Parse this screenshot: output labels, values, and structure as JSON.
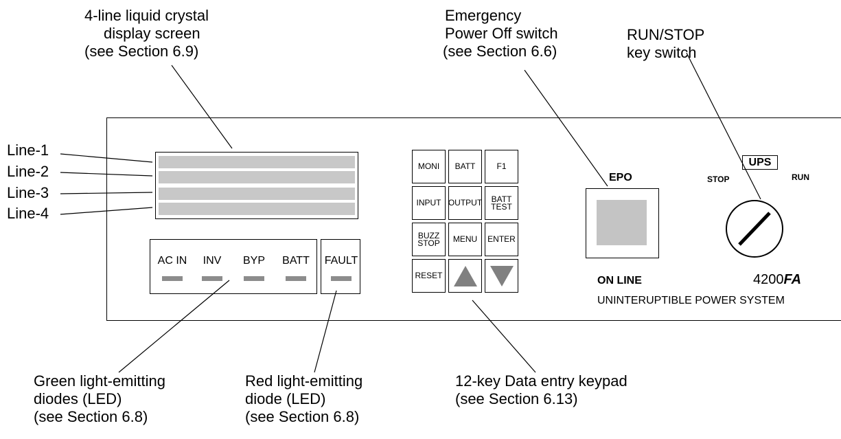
{
  "callouts": {
    "lcd": [
      "4-line liquid crystal",
      "display screen",
      "(see Section 6.9)"
    ],
    "epo": [
      "Emergency",
      "Power Off switch",
      "(see Section 6.6)"
    ],
    "keyswitch": [
      "RUN/STOP",
      "key switch"
    ],
    "green_led": [
      "Green light-emitting",
      "diodes (LED)",
      "(see Section 6.8)"
    ],
    "red_led": [
      "Red light-emitting",
      "diode (LED)",
      "(see Section 6.8)"
    ],
    "keypad": [
      "12-key Data entry keypad",
      "(see Section 6.13)"
    ]
  },
  "lcd_lines": [
    "Line-1",
    "Line-2",
    "Line-3",
    "Line-4"
  ],
  "leds": {
    "green": [
      "AC IN",
      "INV",
      "BYP",
      "BATT"
    ],
    "red": [
      "FAULT"
    ]
  },
  "keypad": {
    "keys": [
      "MONI",
      "BATT",
      "F1",
      "INPUT",
      "OUTPUT",
      "BATT TEST",
      "BUZZ STOP",
      "MENU",
      "ENTER",
      "RESET",
      "up-arrow-icon",
      "down-arrow-icon"
    ]
  },
  "epo": {
    "label": "EPO"
  },
  "keyswitch": {
    "badge": "UPS",
    "stop": "STOP",
    "run": "RUN"
  },
  "branding": {
    "status": "ON LINE",
    "model_num": "4200",
    "model_suffix": "FA",
    "system": "UNINTERUPTIBLE POWER SYSTEM"
  },
  "colors": {
    "lcd_row": "#c8c8c8",
    "led": "#8c8c8c",
    "epo_button": "#c4c4c4",
    "arrow": "#808080"
  }
}
